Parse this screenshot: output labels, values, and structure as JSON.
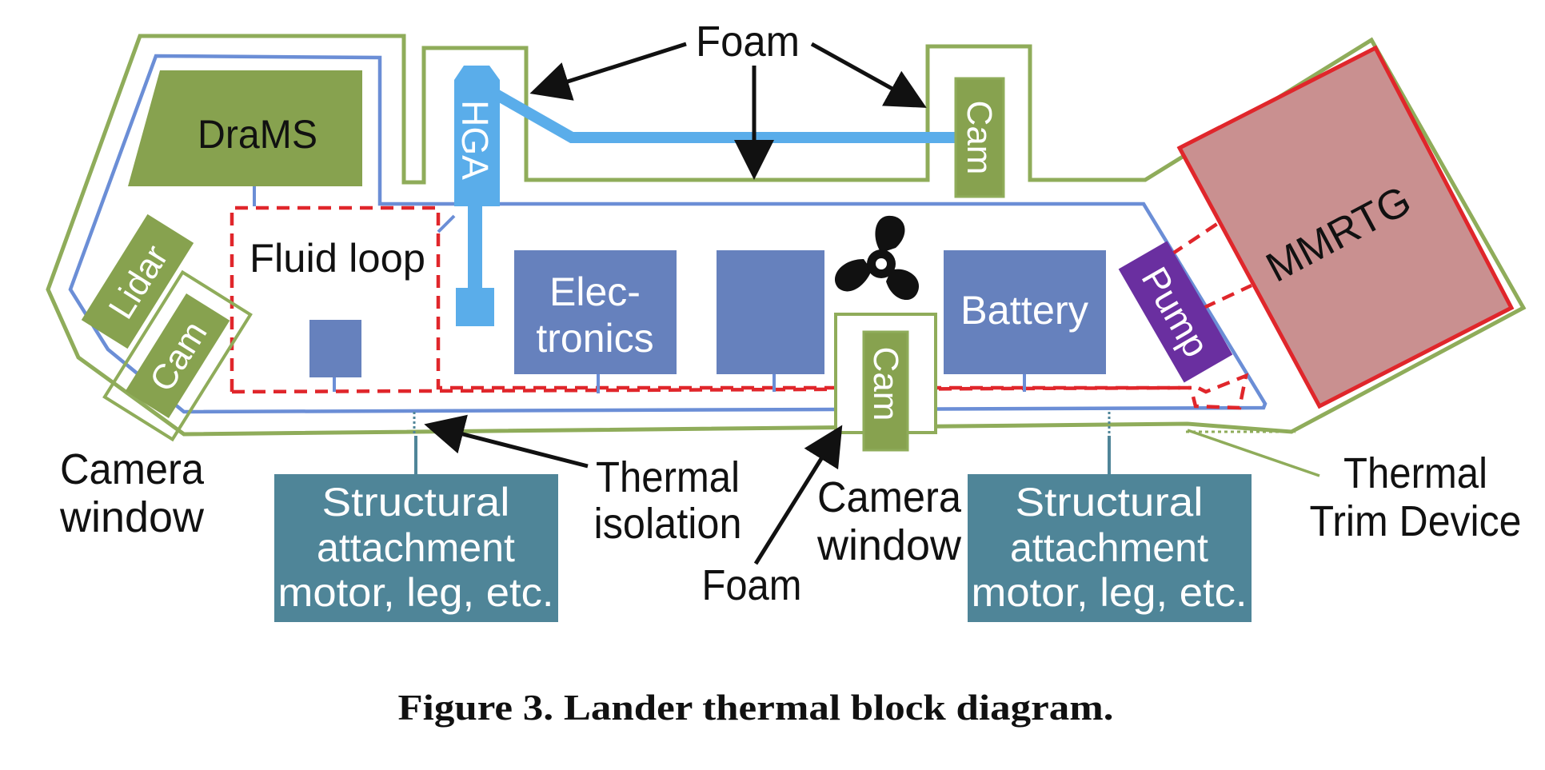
{
  "colors": {
    "green_outline": "#8fac5a",
    "green_fill": "#87a24f",
    "blue_outline": "#6b8ed6",
    "blue_box": "#6681bd",
    "hga_blue": "#5aadea",
    "teal": "#4f8598",
    "red_dash": "#e0262b",
    "mmrtg_fill": "#c99090",
    "pump_purple": "#6a2fa0",
    "text_dark": "#111111"
  },
  "components": {
    "drams": "DraMS",
    "hga": "HGA",
    "cam": "Cam",
    "lidar": "Lidar",
    "fluid_loop": "Fluid loop",
    "electronics_line1": "Elec-",
    "electronics_line2": "tronics",
    "battery": "Battery",
    "pump": "Pump",
    "mmrtg": "MMRTG"
  },
  "labels": {
    "foam": "Foam",
    "camera_window_line1": "Camera",
    "camera_window_line2": "window",
    "thermal_isolation_line1": "Thermal",
    "thermal_isolation_line2": "isolation",
    "ttd_line1": "Thermal",
    "ttd_line2": "Trim Device",
    "structural_line1": "Structural",
    "structural_line2": "attachment",
    "structural_line3": "motor, leg, etc."
  },
  "icons": {
    "fan": "fan-icon"
  },
  "caption": "Figure 3. Lander thermal block diagram."
}
